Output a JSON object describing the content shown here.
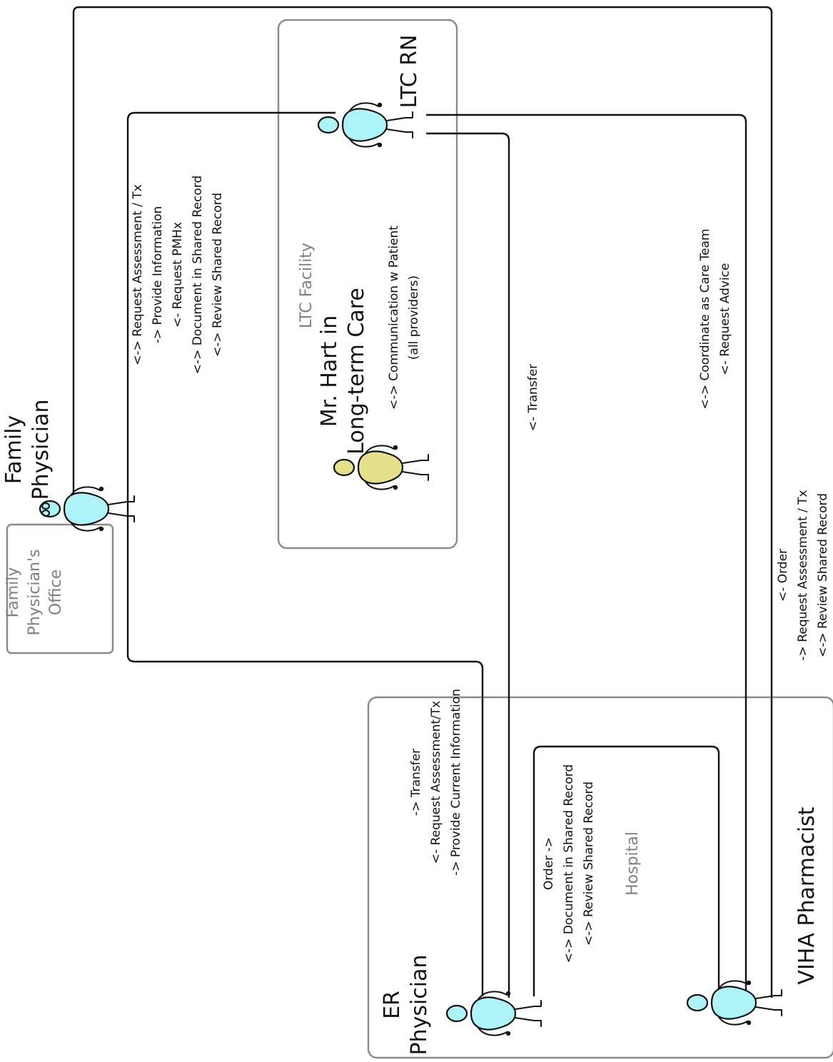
{
  "zones": {
    "office": "Family\nPhysician's\nOffice",
    "ltc": "LTC Facility",
    "hospital": "Hospital"
  },
  "actors": {
    "family_physician": "Family\nPhysician",
    "ltc_rn": "LTC RN",
    "patient": "Mr. Hart in\nLong-term Care",
    "er_physician": "ER\nPhysician",
    "pharmacist": "VIHA Pharmacist"
  },
  "labels": {
    "fp_ltc": [
      "<-> Request Assessment / Tx",
      "-> Provide Information",
      "<- Request PMHx",
      "<-> Document in Shared Record",
      "<-> Review Shared Record"
    ],
    "patient_comm": [
      "<-> Communication w Patient",
      "(all providers)"
    ],
    "ltc_transfer": [
      "<- Transfer"
    ],
    "ltc_pharm": [
      "<-> Coordinate as Care Team",
      "<- Request Advice"
    ],
    "pharm_fp": [
      "<- Order",
      "-> Request Assessment / Tx",
      "<-> Review Shared Record"
    ],
    "er_fp": [
      "-> Transfer",
      "<- Request Assessment/Tx",
      "-> Provide Current Information"
    ],
    "er_pharm": [
      "Order ->",
      "<-> Document in Shared Record",
      "<-> Review Shared Record"
    ]
  },
  "colors": {
    "provider": "#aef3f7",
    "patient": "#e6df8e",
    "zone_border": "#8a8a8a",
    "zone_label": "#808080"
  },
  "icons": [
    "person-icon"
  ]
}
